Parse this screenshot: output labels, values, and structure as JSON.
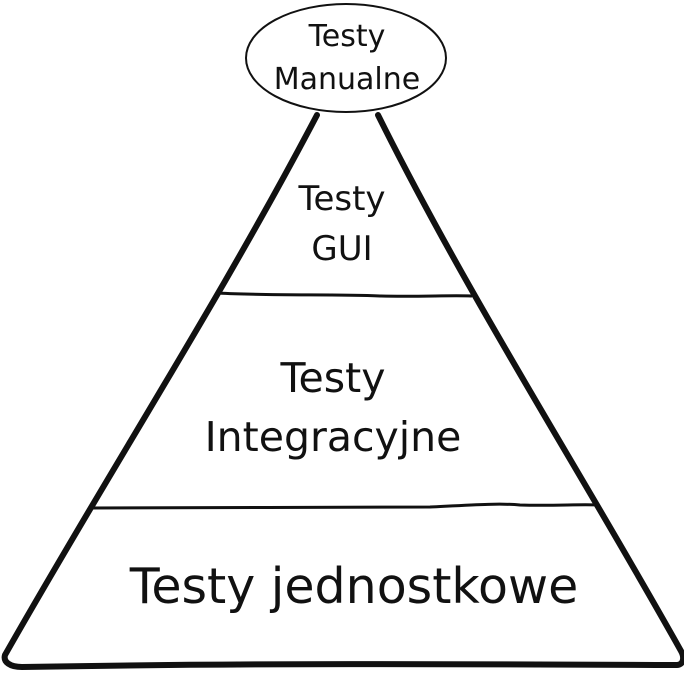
{
  "levels": [
    {
      "id": "manual",
      "lines": [
        "Testy",
        "Manualne"
      ]
    },
    {
      "id": "gui",
      "lines": [
        "Testy",
        "GUI"
      ]
    },
    {
      "id": "integration",
      "lines": [
        "Testy",
        "Integracyjne"
      ]
    },
    {
      "id": "unit",
      "lines": [
        "Testy jednostkowe"
      ]
    }
  ]
}
